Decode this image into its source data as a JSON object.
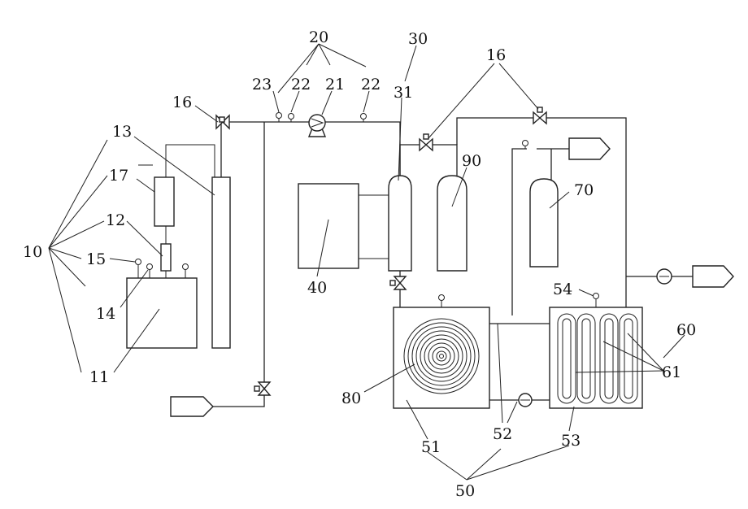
{
  "labels": {
    "l10": "10",
    "l11": "11",
    "l12": "12",
    "l13": "13",
    "l14": "14",
    "l15": "15",
    "l16a": "16",
    "l16b": "16",
    "l17": "17",
    "l20": "20",
    "l21": "21",
    "l22a": "22",
    "l22b": "22",
    "l23": "23",
    "l30": "30",
    "l31": "31",
    "l40": "40",
    "l50": "50",
    "l51": "51",
    "l52": "52",
    "l53": "53",
    "l54": "54",
    "l60": "60",
    "l61": "61",
    "l70": "70",
    "l80": "80",
    "l90": "90"
  },
  "icons": {
    "valve": "bowtie-valve-icon",
    "gauge": "pressure-gauge-icon",
    "pump": "pump-icon",
    "outlet": "pentagon-outlet-icon",
    "flowmeter": "flow-meter-icon"
  },
  "colors": {
    "line": "#222222",
    "background": "#ffffff"
  }
}
